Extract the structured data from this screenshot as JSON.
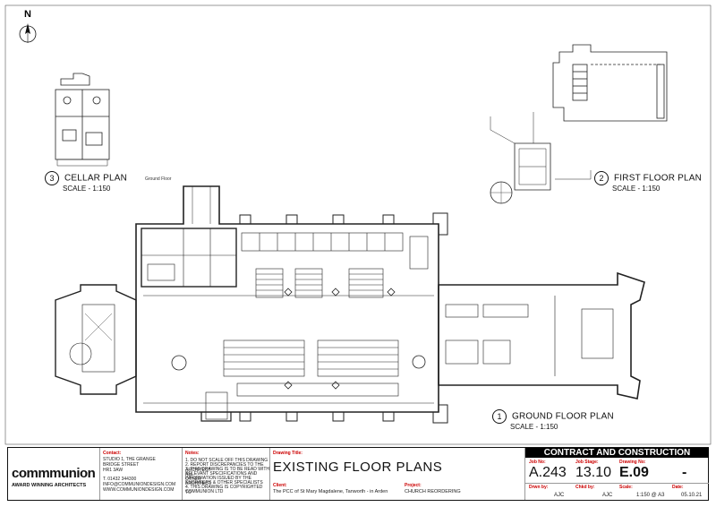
{
  "north": {
    "letter": "N"
  },
  "plans": [
    {
      "number": "3",
      "title": "CELLAR PLAN",
      "scale": "SCALE - 1:150"
    },
    {
      "number": "2",
      "title": "FIRST FLOOR PLAN",
      "scale": "SCALE - 1:150"
    },
    {
      "number": "1",
      "title": "GROUND FLOOR PLAN",
      "scale": "SCALE - 1:150"
    }
  ],
  "small_labels": {
    "ground_floor": "Ground Floor"
  },
  "title_block": {
    "company_logo": "commmunion",
    "company_tagline": "AWARD WINNING ARCHITECTS",
    "contact": {
      "label": "Contact:",
      "address1": "STUDIO 1, THE GRANGE",
      "address2": "BRIDGE STREET",
      "address3": "HR1 3AW",
      "phone": "T. 01432 344300",
      "email": "INFO@COMMUNIONDESIGN.COM",
      "web": "WWW.COMMUNIONDESIGN.COM"
    },
    "notes": {
      "label": "Notes:",
      "items": [
        "1.  DO NOT SCALE OFF THIS DRAWING",
        "2.  REPORT DISCREPANCIES TO THE ARCHITECT",
        "3.  THIS DRAWING IS TO BE READ WITH ALL",
        "    RELEVANT SPECIFICATIONS AND OTHER",
        "    INFORMATION ISSUED BY THE ARCHITECT,",
        "    ENGINEERS & OTHER SPECIALISTS",
        "4.  THIS DRAWING IS COPYRIGHTED TO",
        "    COMMUNION LTD"
      ]
    },
    "drawing_title_label": "Drawing Title:",
    "drawing_title": "EXISTING FLOOR PLANS",
    "client_label": "Client:",
    "client": "The PCC of St Mary Magdalene, Tanworth - in Arden",
    "project_label": "Project:",
    "project": "CHURCH REORDERING",
    "stage_banner": "CONTRACT AND CONSTRUCTION",
    "job_no_label": "Job No:",
    "job_no": "A.243",
    "job_stage_label": "Job Stage:",
    "job_stage": "13.10",
    "drawing_no_label": "Drawing No:",
    "drawing_no": "E.09",
    "revision": "-",
    "drwn_by_label": "Drwn by:",
    "drwn_by": "AJC",
    "chkd_by_label": "Chkd by:",
    "chkd_by": "AJC",
    "scale_label": "Scale:",
    "scale": "1:150 @ A3",
    "date_label": "Date:",
    "date": "05.10.21"
  }
}
